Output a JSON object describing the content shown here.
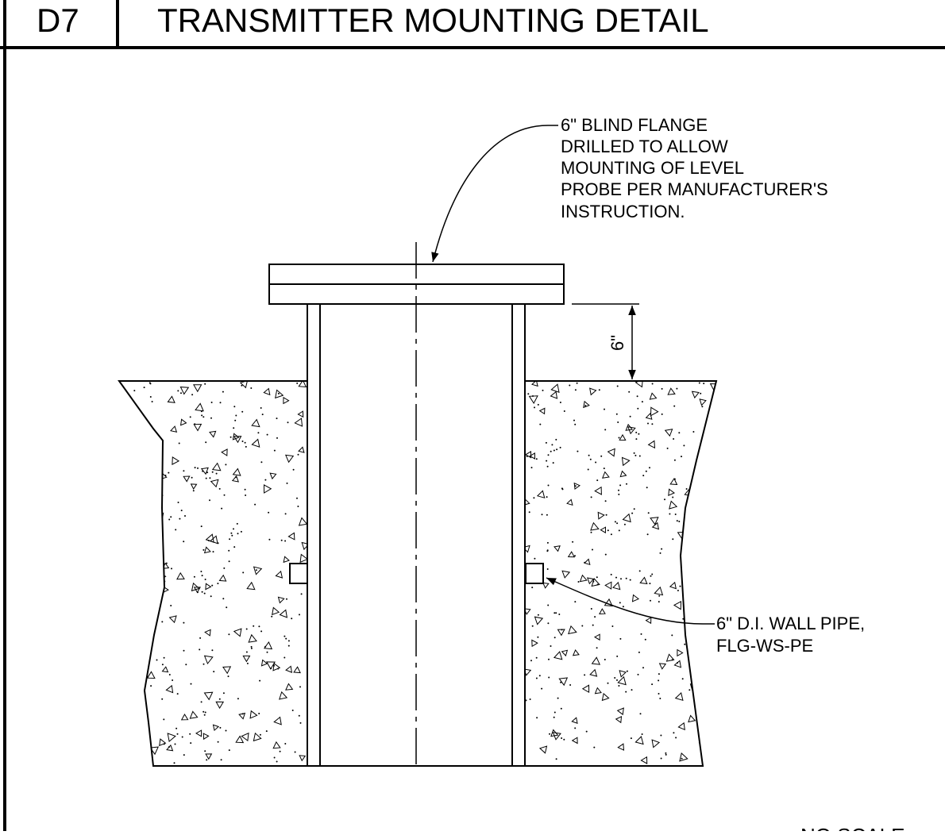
{
  "header": {
    "detail_id": "D7",
    "title": "TRANSMITTER MOUNTING DETAIL"
  },
  "callouts": {
    "flange": {
      "lines": [
        "6\" BLIND FLANGE",
        "DRILLED TO ALLOW",
        "MOUNTING OF LEVEL",
        "PROBE PER MANUFACTURER'S",
        "INSTRUCTION."
      ]
    },
    "wall_pipe": {
      "lines": [
        "6\" D.I. WALL PIPE,",
        "FLG-WS-PE"
      ]
    }
  },
  "dimension": {
    "label": "6\""
  },
  "footer": {
    "scale_note": "NO SCALE"
  },
  "colors": {
    "ink": "#000000",
    "paper": "#ffffff"
  }
}
